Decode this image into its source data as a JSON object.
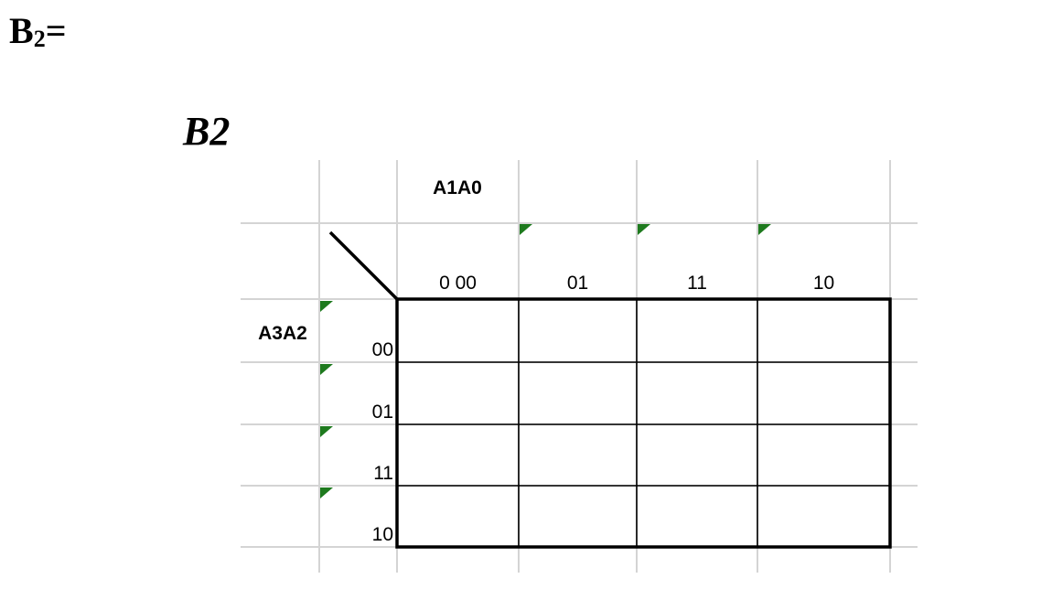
{
  "equation": {
    "label": "B",
    "subscript": "2",
    "suffix": "="
  },
  "map": {
    "title": "B2",
    "col_var": "A1A0",
    "row_var": "A3A2",
    "col_labels": [
      "0 00",
      "01",
      "11",
      "10"
    ],
    "row_labels": [
      "00",
      "01",
      "11",
      "10"
    ],
    "cells": [
      [
        "",
        "",
        "",
        ""
      ],
      [
        "",
        "",
        "",
        ""
      ],
      [
        "",
        "",
        "",
        ""
      ],
      [
        "",
        "",
        "",
        ""
      ]
    ]
  },
  "colors": {
    "comment_marker": "#1e7a1e",
    "sheet_grid": "#d4d4d4",
    "border": "#000000"
  }
}
